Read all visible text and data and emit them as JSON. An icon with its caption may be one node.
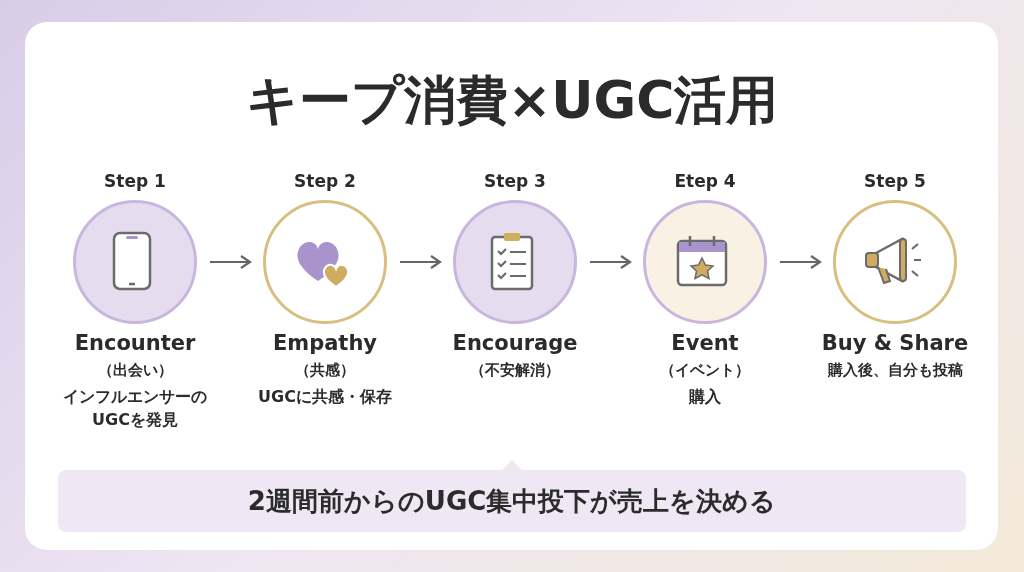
{
  "diagram": {
    "title": "キープ消費×UGC活用",
    "nodes": [
      {
        "text": [
          "Step 1",
          "Encounter",
          "（出会い）",
          "インフルエンサーのUGCを発見"
        ]
      },
      {
        "text": [
          "Step 2",
          "Empathy",
          "（共感）",
          "UGCに共感・保存"
        ]
      },
      {
        "text": [
          "Step 3",
          "Encourage",
          "（不安解消）"
        ]
      },
      {
        "text": [
          "Etep 4",
          "Event",
          "（イベント）",
          "購入"
        ]
      },
      {
        "text": [
          "Step 5",
          "Buy & Share",
          "購入後、自分も投稿"
        ]
      },
      {
        "text": [
          "2週間前からのUGC集中投下が売上を決める"
        ]
      }
    ],
    "edges": [
      {
        "from": 0,
        "to": 1,
        "arrow": "to"
      },
      {
        "from": 1,
        "to": 2,
        "arrow": "to"
      },
      {
        "from": 2,
        "to": 3,
        "arrow": "to"
      },
      {
        "from": 3,
        "to": 4,
        "arrow": "to"
      }
    ]
  }
}
